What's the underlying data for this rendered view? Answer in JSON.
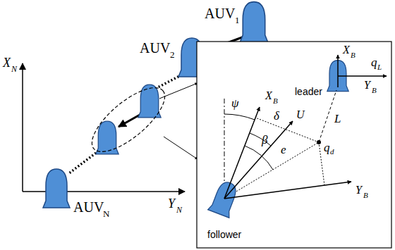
{
  "diagram": {
    "labels": [
      "AUV",
      "1",
      "AUV",
      "2",
      "X",
      "N",
      "AUV",
      "N",
      "Y",
      "N",
      "X",
      "B",
      "q",
      "L",
      "Y",
      "B",
      "ψ",
      "X",
      "B",
      "δ",
      "U",
      "β",
      "e",
      "q",
      "d",
      "L",
      "leader",
      "Y",
      "B",
      "follower"
    ]
  }
}
